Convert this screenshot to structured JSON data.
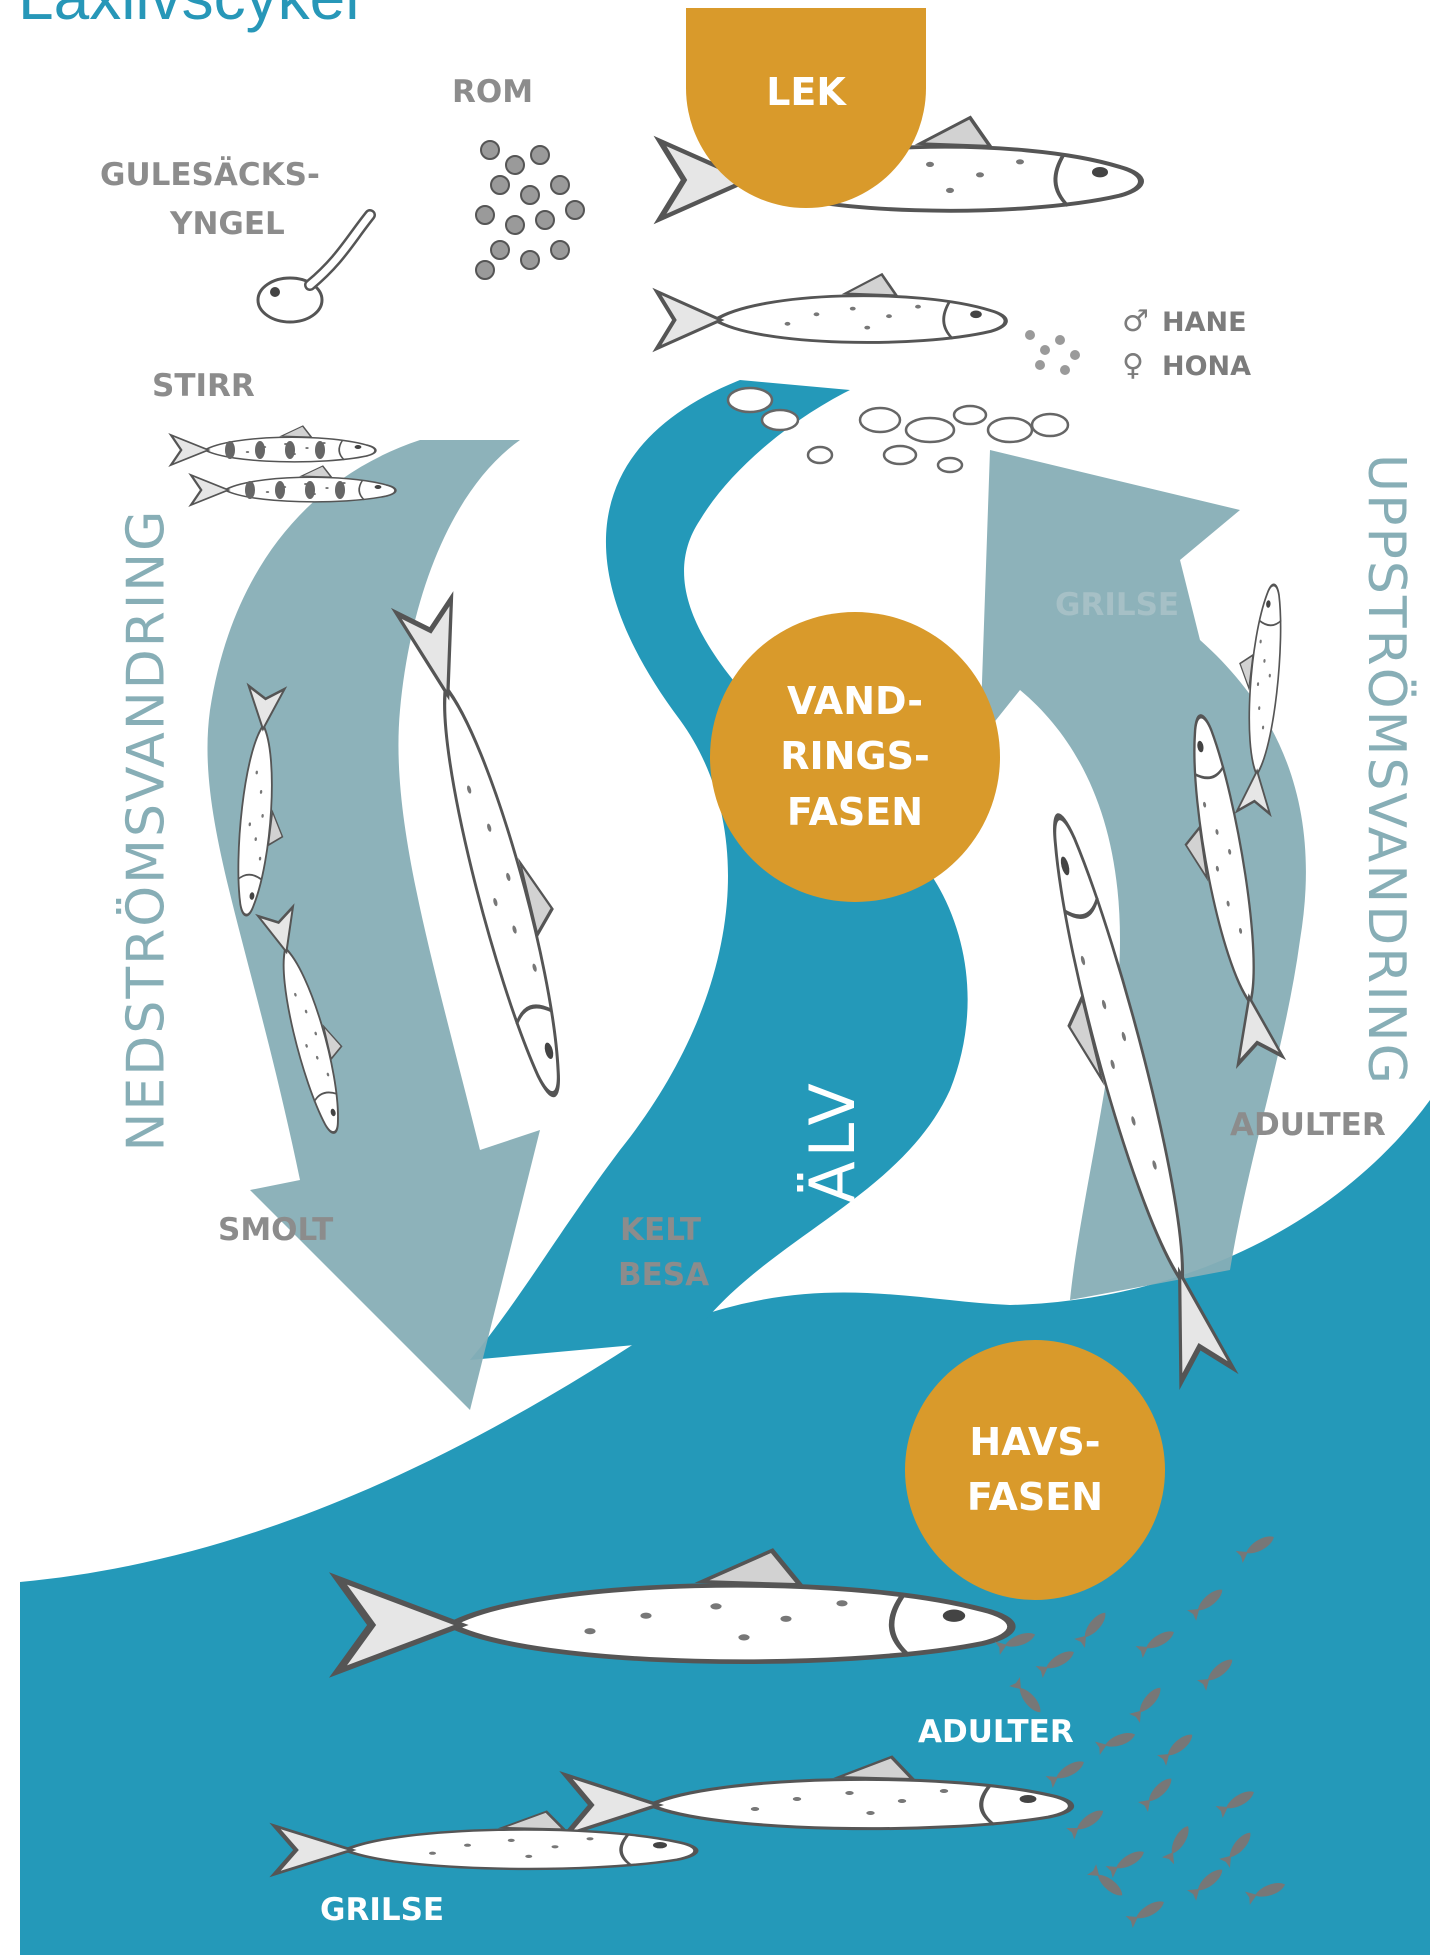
{
  "title": "Laxlivscykel",
  "phases": {
    "lek": "LEK",
    "vandring": "VAND-\nRINGS-\nFASEN",
    "hav": "HAVS-\nFASEN"
  },
  "stages": {
    "rom": "ROM",
    "gulesacks_line1": "GULESÄCKS-",
    "gulesacks_line2": "YNGEL",
    "stirr": "STIRR",
    "smolt": "SMOLT",
    "kelt_line1": "KELT",
    "kelt_line2": "BESA",
    "grilse_river": "GRILSE",
    "adulter_river": "ADULTER",
    "adulter_sea": "ADULTER",
    "grilse_sea": "GRILSE"
  },
  "river_label": "ÄLV",
  "migration": {
    "downstream": "NEDSTRÖMSVANDRING",
    "upstream": "UPPSTRÖMSVANDRING"
  },
  "legend": {
    "male_symbol": "♂",
    "male": "HANE",
    "female_symbol": "♀",
    "female": "HONA"
  },
  "colors": {
    "water": "#2499b9",
    "phase_circle": "#d99a2b",
    "arrow": "#87aeb6",
    "label_gray": "#8c8c8c",
    "title_blue": "#2797b8"
  }
}
